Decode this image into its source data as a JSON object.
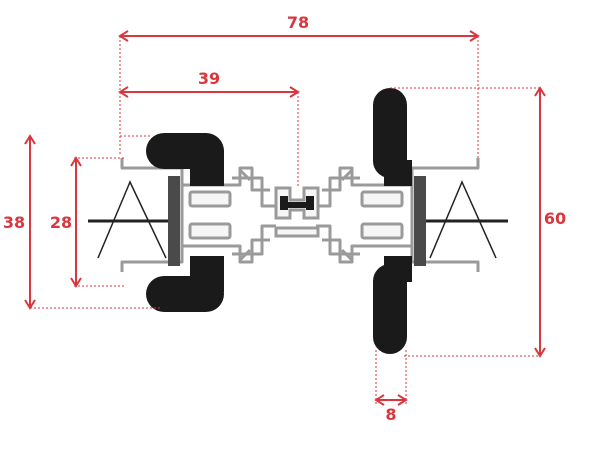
{
  "colors": {
    "dimension": "#d9363e",
    "profile_stroke": "#9a9a9a",
    "profile_fill": "#f6f6f6",
    "gasket": "#1a1a1a",
    "glass": "#4a4a4a",
    "background": "#ffffff"
  },
  "dimensions": {
    "overall_width": "78",
    "sash_width": "39",
    "left_height": "38",
    "left_inner_height": "28",
    "right_height": "60",
    "gasket_width": "8"
  }
}
